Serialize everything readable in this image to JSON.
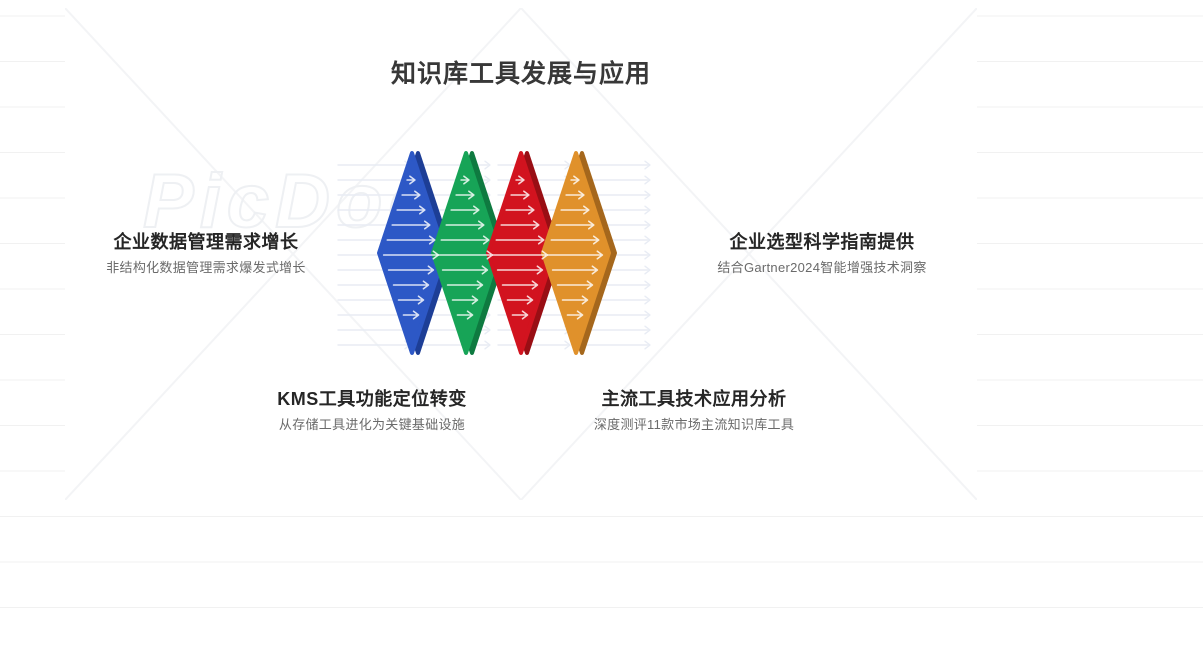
{
  "title": "知识库工具发展与应用",
  "watermark": {
    "text": "PicDoc"
  },
  "diagram": {
    "description": "four-diamond-flow-arrows",
    "arrow_color": "rgba(255,255,255,0.82)",
    "faint_arrow_color": "#e8ecf4",
    "items": [
      {
        "id": "blue",
        "color": "#2d58c6",
        "edge": "#1d3e96"
      },
      {
        "id": "green",
        "color": "#17a457",
        "edge": "#0e7a40"
      },
      {
        "id": "red",
        "color": "#d2131f",
        "edge": "#990e14"
      },
      {
        "id": "orange",
        "color": "#e0912b",
        "edge": "#a5671c"
      }
    ]
  },
  "callouts": [
    {
      "position": "left",
      "heading": "企业数据管理需求增长",
      "subtext": "非结构化数据管理需求爆发式增长"
    },
    {
      "position": "right",
      "heading": "企业选型科学指南提供",
      "subtext": "结合Gartner2024智能增强技术洞察"
    },
    {
      "position": "bottom-left",
      "heading": "KMS工具功能定位转变",
      "subtext": "从存储工具进化为关键基础设施"
    },
    {
      "position": "bottom-right",
      "heading": "主流工具技术应用分析",
      "subtext": "深度测评11款市场主流知识库工具"
    }
  ]
}
